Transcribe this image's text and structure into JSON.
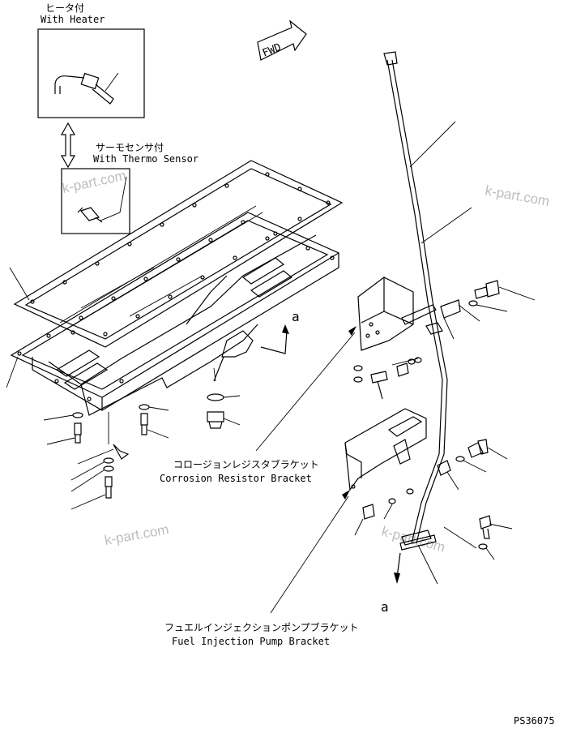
{
  "labels": {
    "heater_jp": "ヒータ付",
    "heater_en": "With Heater",
    "thermo_jp": "サーモセンサ付",
    "thermo_en": "With Thermo Sensor",
    "corrosion_jp": "コロージョンレジスタブラケット",
    "corrosion_en": "Corrosion Resistor Bracket",
    "fuel_jp": "フュエルインジェクションポンプブラケット",
    "fuel_en": "Fuel Injection Pump Bracket",
    "view_a_top": "a",
    "view_a_bottom": "a",
    "fwd": "FWD",
    "drawing_no": "PS36075"
  },
  "watermarks": [
    "k-part.com",
    "k-part.com",
    "k-part.com",
    "k-part.com"
  ]
}
